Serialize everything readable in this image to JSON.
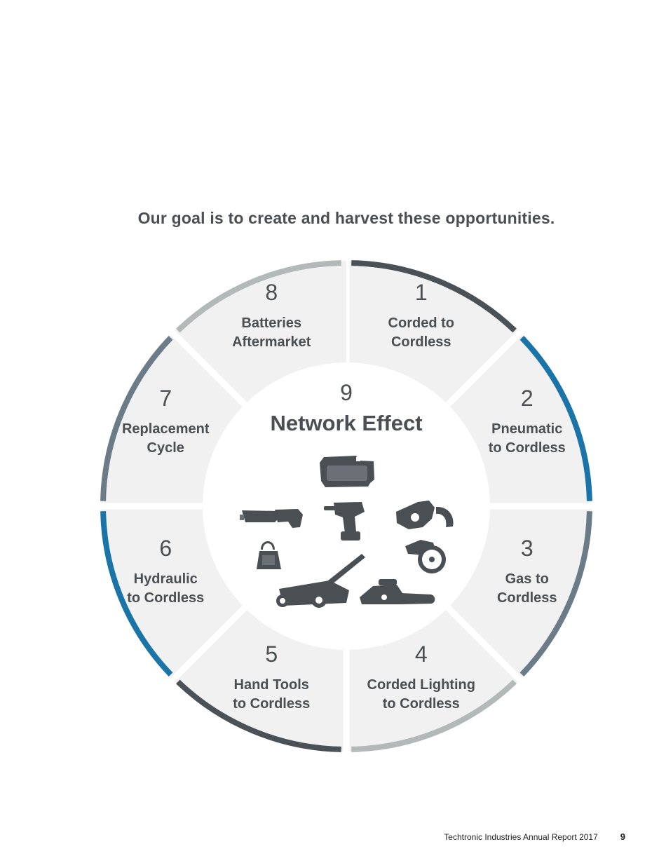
{
  "headline": "Our goal is to create and harvest these opportunities.",
  "center": {
    "number": "9",
    "title": "Network Effect"
  },
  "segments": [
    {
      "number": "1",
      "lines": [
        "Corded to",
        "Cordless"
      ]
    },
    {
      "number": "2",
      "lines": [
        "Pneumatic",
        "to Cordless"
      ]
    },
    {
      "number": "3",
      "lines": [
        "Gas to",
        "Cordless"
      ]
    },
    {
      "number": "4",
      "lines": [
        "Corded Lighting",
        "to Cordless"
      ]
    },
    {
      "number": "5",
      "lines": [
        "Hand Tools",
        "to Cordless"
      ]
    },
    {
      "number": "6",
      "lines": [
        "Hydraulic",
        "to Cordless"
      ]
    },
    {
      "number": "7",
      "lines": [
        "Replacement",
        "Cycle"
      ]
    },
    {
      "number": "8",
      "lines": [
        "Batteries",
        "Aftermarket"
      ]
    }
  ],
  "tool_icons": [
    "battery-pack-icon",
    "reciprocating-saw-icon",
    "drill-driver-icon",
    "hydraulic-cutter-icon",
    "work-light-icon",
    "circular-saw-icon",
    "lawn-mower-icon",
    "chainsaw-icon"
  ],
  "colors": {
    "dark_gray": "#4b5257",
    "blue": "#1a74a8",
    "slate": "#6b7c88",
    "light_gray": "#b3b9b8",
    "segment_fill": "#f1f1f1",
    "text": "#4a4f53"
  },
  "footer": {
    "text": "Techtronic Industries Annual Report 2017",
    "page": "9"
  }
}
